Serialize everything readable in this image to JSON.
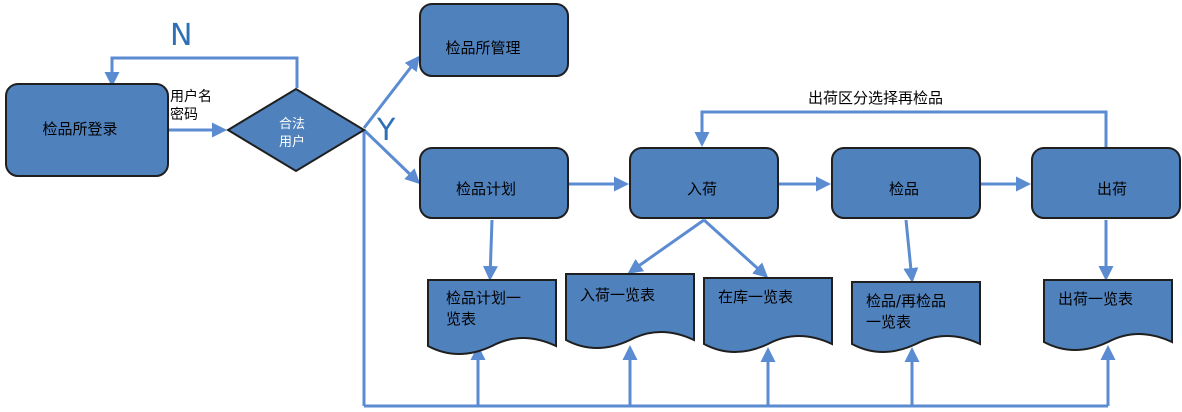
{
  "nodes": {
    "login": "检品所登录",
    "credentials": [
      "用户名",
      "密码"
    ],
    "decision": [
      "合法",
      "用户"
    ],
    "no_label": "N",
    "yes_label": "Y",
    "management": "检品所管理",
    "plan": "检品计划",
    "receiving": "入荷",
    "inspection": "检品",
    "shipping": "出荷",
    "reinspect_loop": "出荷区分选择再检品"
  },
  "documents": {
    "plan_list": [
      "检品计划一",
      "览表"
    ],
    "receiving_list": "入荷一览表",
    "stock_list": "在库一览表",
    "inspection_list": [
      "检品/再检品",
      "一览表"
    ],
    "shipping_list": "出荷一览表"
  },
  "colors": {
    "box_fill": "#4f81bd",
    "box_stroke": "#1f1f1f",
    "arrow": "#5b8bd0",
    "big_label": "#2e6fb5"
  }
}
